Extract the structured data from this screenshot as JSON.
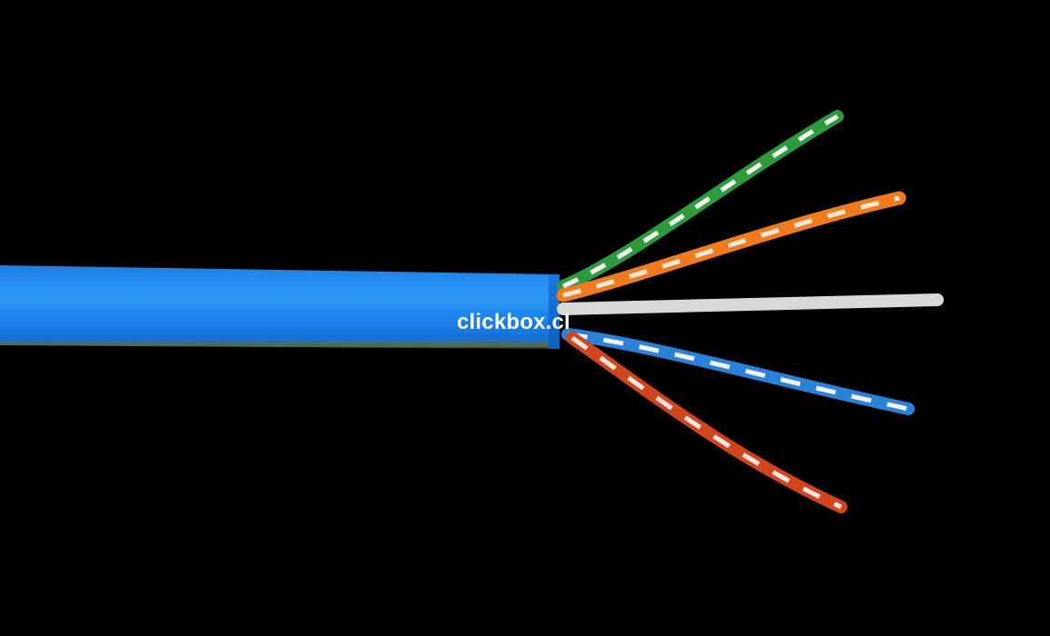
{
  "image": {
    "subject": "UTP network cable with exposed twisted pairs",
    "background_color": "#000000",
    "jacket_color": "#2a93f5",
    "watermark": "clickbox.cl",
    "pairs": [
      {
        "name": "green",
        "color": "#2e9a3e"
      },
      {
        "name": "orange",
        "color": "#f07a1e"
      },
      {
        "name": "separator",
        "color": "#d8d8d8"
      },
      {
        "name": "blue",
        "color": "#2a82d8"
      },
      {
        "name": "brown-red",
        "color": "#d0441e"
      }
    ]
  }
}
